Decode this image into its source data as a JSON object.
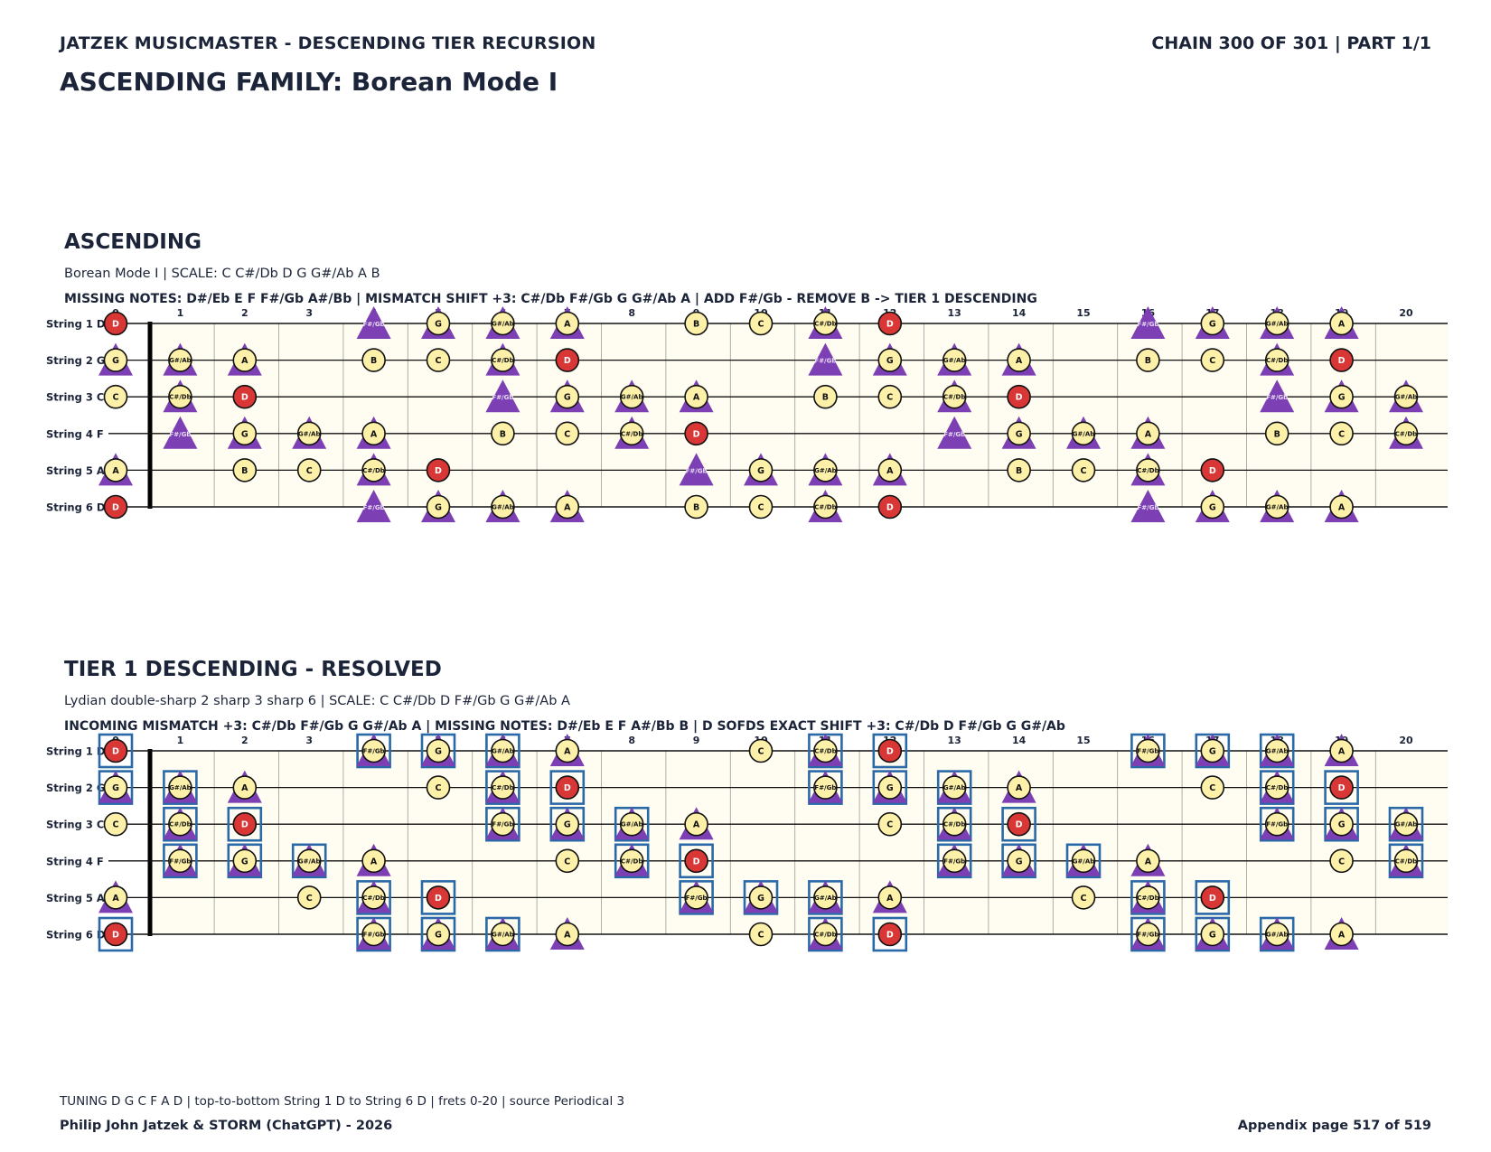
{
  "header": {
    "left": "JATZEK MUSICMASTER - DESCENDING TIER RECURSION",
    "right": "CHAIN 300 OF 301  |  PART 1/1",
    "family_title": "ASCENDING FAMILY: Borean Mode I"
  },
  "fret_numbers": [
    "0",
    "1",
    "2",
    "3",
    "4",
    "5",
    "6",
    "7",
    "8",
    "9",
    "10",
    "11",
    "12",
    "13",
    "14",
    "15",
    "16",
    "17",
    "18",
    "19",
    "20"
  ],
  "string_labels": [
    "String 1 D",
    "String 2 G",
    "String 3 C",
    "String 4 F",
    "String 5 A",
    "String 6 D"
  ],
  "colors": {
    "note_fill": "#fdf0a8",
    "root_fill": "#d93636",
    "triangle": "#7d3fb4",
    "box": "#2a69a8",
    "board_bg": "#fffdf2"
  },
  "sections": [
    {
      "id": "ascending",
      "title": "ASCENDING",
      "subtitle": "Borean Mode I  |  SCALE: C C#/Db D G G#/Ab A B",
      "info": "MISSING NOTES: D#/Eb E F F#/Gb A#/Bb  |  MISMATCH SHIFT +3: C#/Db F#/Gb G G#/Ab A  |  ADD F#/Gb - REMOVE B -> TIER 1 DESCENDING",
      "boxed": []
    },
    {
      "id": "tier1",
      "title": "TIER 1 DESCENDING - RESOLVED",
      "subtitle": "Lydian double-sharp 2 sharp 3 sharp 6  |  SCALE: C C#/Db D F#/Gb G G#/Ab A",
      "info": "INCOMING MISMATCH +3: C#/Db F#/Gb G G#/Ab A  |  MISSING NOTES: D#/Eb E F A#/Bb B  |  D SOFDS EXACT SHIFT +3: C#/Db D F#/Gb G G#/Ab",
      "boxed": [
        "C#/Db",
        "D",
        "F#/Gb",
        "G",
        "G#/Ab"
      ]
    }
  ],
  "footer": {
    "note": "TUNING D G C F A D | top-to-bottom String 1 D to String 6 D | frets 0-20 | source Periodical 3",
    "left": "Philip John Jatzek & STORM (ChatGPT) - 2026",
    "right": "Appendix page 517 of 519"
  }
}
